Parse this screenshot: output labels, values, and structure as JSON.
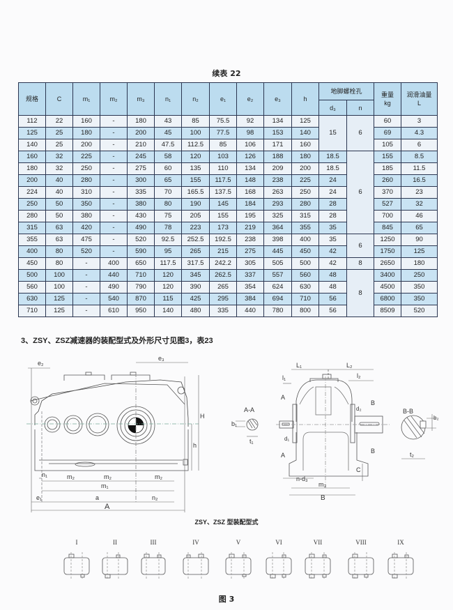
{
  "table": {
    "caption": "续表 22",
    "headers": {
      "spec": "规格",
      "C": "C",
      "m1": "m₁",
      "m2": "m₂",
      "m3": "m₃",
      "n1": "n₁",
      "n2": "n₂",
      "e1": "e₁",
      "e2": "e₂",
      "e3": "e₃",
      "h": "h",
      "bolt_group": "地脚螺栓孔",
      "d3": "d₃",
      "n": "n",
      "weight": "重量",
      "weight_unit": "kg",
      "oil": "润滑油量",
      "oil_unit": "L"
    },
    "rows": [
      {
        "spec": "112",
        "C": "22",
        "m1": "160",
        "m2": "-",
        "m3": "180",
        "n1": "43",
        "n2": "85",
        "e1": "75.5",
        "e2": "92",
        "e3": "134",
        "h": "125",
        "weight": "60",
        "oil": "3"
      },
      {
        "spec": "125",
        "C": "25",
        "m1": "180",
        "m2": "-",
        "m3": "200",
        "n1": "45",
        "n2": "100",
        "e1": "77.5",
        "e2": "98",
        "e3": "153",
        "h": "140",
        "weight": "69",
        "oil": "4.3"
      },
      {
        "spec": "140",
        "C": "25",
        "m1": "200",
        "m2": "-",
        "m3": "210",
        "n1": "47.5",
        "n2": "112.5",
        "e1": "85",
        "e2": "106",
        "e3": "171",
        "h": "160",
        "weight": "105",
        "oil": "6"
      },
      {
        "spec": "160",
        "C": "32",
        "m1": "225",
        "m2": "-",
        "m3": "245",
        "n1": "58",
        "n2": "120",
        "e1": "103",
        "e2": "126",
        "e3": "188",
        "h": "180",
        "weight": "155",
        "oil": "8.5"
      },
      {
        "spec": "180",
        "C": "32",
        "m1": "250",
        "m2": "-",
        "m3": "275",
        "n1": "60",
        "n2": "135",
        "e1": "110",
        "e2": "134",
        "e3": "209",
        "h": "200",
        "weight": "185",
        "oil": "11.5"
      },
      {
        "spec": "200",
        "C": "40",
        "m1": "280",
        "m2": "-",
        "m3": "300",
        "n1": "65",
        "n2": "155",
        "e1": "117.5",
        "e2": "148",
        "e3": "238",
        "h": "225",
        "weight": "260",
        "oil": "16.5"
      },
      {
        "spec": "224",
        "C": "40",
        "m1": "310",
        "m2": "-",
        "m3": "335",
        "n1": "70",
        "n2": "165.5",
        "e1": "137.5",
        "e2": "168",
        "e3": "263",
        "h": "250",
        "weight": "370",
        "oil": "23"
      },
      {
        "spec": "250",
        "C": "50",
        "m1": "350",
        "m2": "-",
        "m3": "380",
        "n1": "80",
        "n2": "190",
        "e1": "145",
        "e2": "184",
        "e3": "293",
        "h": "280",
        "weight": "527",
        "oil": "32"
      },
      {
        "spec": "280",
        "C": "50",
        "m1": "380",
        "m2": "-",
        "m3": "430",
        "n1": "75",
        "n2": "205",
        "e1": "155",
        "e2": "195",
        "e3": "325",
        "h": "315",
        "weight": "700",
        "oil": "46"
      },
      {
        "spec": "315",
        "C": "63",
        "m1": "420",
        "m2": "-",
        "m3": "490",
        "n1": "78",
        "n2": "223",
        "e1": "173",
        "e2": "219",
        "e3": "364",
        "h": "355",
        "weight": "845",
        "oil": "65"
      },
      {
        "spec": "355",
        "C": "63",
        "m1": "475",
        "m2": "-",
        "m3": "520",
        "n1": "92.5",
        "n2": "252.5",
        "e1": "192.5",
        "e2": "238",
        "e3": "398",
        "h": "400",
        "weight": "1250",
        "oil": "90"
      },
      {
        "spec": "400",
        "C": "80",
        "m1": "520",
        "m2": "-",
        "m3": "590",
        "n1": "95",
        "n2": "265",
        "e1": "215",
        "e2": "275",
        "e3": "445",
        "h": "450",
        "weight": "1750",
        "oil": "125"
      },
      {
        "spec": "450",
        "C": "80",
        "m1": "-",
        "m2": "400",
        "m3": "650",
        "n1": "117.5",
        "n2": "317.5",
        "e1": "242.2",
        "e2": "305",
        "e3": "505",
        "h": "500",
        "weight": "2650",
        "oil": "180"
      },
      {
        "spec": "500",
        "C": "100",
        "m1": "-",
        "m2": "440",
        "m3": "710",
        "n1": "120",
        "n2": "345",
        "e1": "262.5",
        "e2": "337",
        "e3": "557",
        "h": "560",
        "weight": "3400",
        "oil": "250"
      },
      {
        "spec": "560",
        "C": "100",
        "m1": "-",
        "m2": "490",
        "m3": "790",
        "n1": "120",
        "n2": "390",
        "e1": "265",
        "e2": "354",
        "e3": "624",
        "h": "630",
        "weight": "4500",
        "oil": "350"
      },
      {
        "spec": "630",
        "C": "125",
        "m1": "-",
        "m2": "540",
        "m3": "870",
        "n1": "115",
        "n2": "425",
        "e1": "295",
        "e2": "384",
        "e3": "694",
        "h": "710",
        "weight": "6800",
        "oil": "350"
      },
      {
        "spec": "710",
        "C": "125",
        "m1": "-",
        "m2": "610",
        "m3": "950",
        "n1": "140",
        "n2": "480",
        "e1": "335",
        "e2": "440",
        "e3": "780",
        "h": "800",
        "weight": "8509",
        "oil": "520"
      }
    ],
    "d3_cells": [
      {
        "value": "15",
        "rowspan": 3
      },
      {
        "value": "18.5",
        "rowspan": 1
      },
      {
        "value": "18.5",
        "rowspan": 1
      },
      {
        "value": "24",
        "rowspan": 1
      },
      {
        "value": "24",
        "rowspan": 1
      },
      {
        "value": "28",
        "rowspan": 1
      },
      {
        "value": "28",
        "rowspan": 1
      },
      {
        "value": "35",
        "rowspan": 1
      },
      {
        "value": "35",
        "rowspan": 1
      },
      {
        "value": "42",
        "rowspan": 1
      },
      {
        "value": "42",
        "rowspan": 1
      },
      {
        "value": "48",
        "rowspan": 1
      },
      {
        "value": "48",
        "rowspan": 1
      },
      {
        "value": "56",
        "rowspan": 1
      },
      {
        "value": "56",
        "rowspan": 1
      }
    ],
    "n_cells": [
      {
        "value": "6",
        "rowspan": 3
      },
      {
        "value": "6",
        "rowspan": 7
      },
      {
        "value": "6",
        "rowspan": 2
      },
      {
        "value": "8",
        "rowspan": 1
      },
      {
        "value": "8",
        "rowspan": 4
      }
    ]
  },
  "section": {
    "title": "3、ZSY、ZSZ减速器的装配型式及外形尺寸见图3，表23"
  },
  "front_view": {
    "labels": {
      "e2": "e₂",
      "e3": "e₃",
      "H": "H",
      "h": "h",
      "n1": "n₁",
      "m2": "m₂",
      "m1": "m₁",
      "e1": "e₁",
      "a": "a",
      "n2": "n₂",
      "A": "A"
    }
  },
  "side_view": {
    "labels": {
      "L1": "L₁",
      "L2": "L₂",
      "l1": "l₁",
      "l2": "l₂",
      "A_top": "A",
      "A_bottom": "A",
      "B_top": "B",
      "B_bottom": "B",
      "d1": "d₁",
      "d2": "d₂",
      "C": "C",
      "nd3": "n-d₃",
      "m3": "m₃",
      "B": "B"
    }
  },
  "section_AA": {
    "title": "A-A",
    "b1": "b₁",
    "t1": "t₁"
  },
  "section_BB": {
    "title": "B-B",
    "b2": "b₂",
    "t2": "t₂"
  },
  "mounting_types": {
    "caption": "ZSY、ZSZ 型装配型式",
    "items": [
      {
        "label": "I"
      },
      {
        "label": "II"
      },
      {
        "label": "III"
      },
      {
        "label": "IV"
      },
      {
        "label": "V"
      },
      {
        "label": "VI"
      },
      {
        "label": "VII"
      },
      {
        "label": "VIII"
      },
      {
        "label": "IX"
      }
    ]
  },
  "figure": {
    "number": "图 3"
  }
}
